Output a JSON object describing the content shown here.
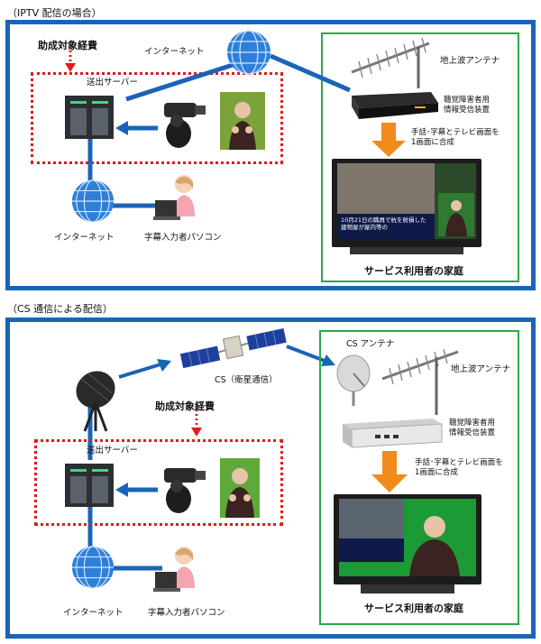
{
  "sections": [
    {
      "title": "（IPTV 配信の場合）",
      "budget_label": "助成対象経費",
      "server_label": "送出サーバー",
      "internet_top_label": "インターネット",
      "internet_bottom_label": "インターネット",
      "pc_label": "字幕入力者パソコン",
      "antenna_label": "地上波アンテナ",
      "receiver_label": "聴覚障害者用\n情報受信装置",
      "merge_label": "手話･字幕とテレビ画面を\n1画面に合成",
      "home_label": "サービス利用者の家庭",
      "tv_caption": "10月21日の職員で杭を射損した\n建物屋が屋内等の"
    },
    {
      "title": "（CS 通信による配信）",
      "budget_label": "助成対象経費",
      "server_label": "送出サーバー",
      "satellite_label": "CS（衛星通信）",
      "internet_bottom_label": "インターネット",
      "pc_label": "字幕入力者パソコン",
      "cs_antenna_label": "CS アンテナ",
      "antenna_label": "地上波アンテナ",
      "receiver_label": "聴覚障害者用\n情報受信装置",
      "merge_label": "手話･字幕とテレビ画面を\n1画面に合成",
      "home_label": "サービス利用者の家庭"
    }
  ],
  "colors": {
    "panel_border": "#1a64b8",
    "home_border": "#2aa84a",
    "budget_border": "#e01b1b",
    "arrow_orange": "#f28a1e",
    "globe": "#2f7fd8"
  },
  "icons": [
    "globe-icon",
    "server-icon",
    "video-camera-icon",
    "signer-photo-icon",
    "person-pc-icon",
    "antenna-icon",
    "receiver-box-icon",
    "tv-icon",
    "satellite-icon",
    "dish-icon"
  ]
}
